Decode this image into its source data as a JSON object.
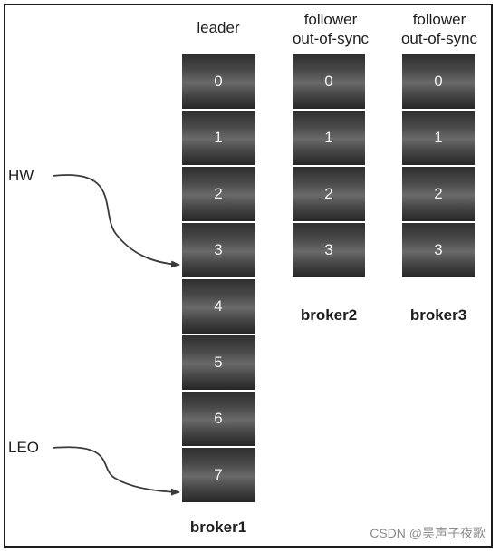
{
  "columns": [
    {
      "header_lines": [
        "leader"
      ],
      "cells": [
        "0",
        "1",
        "2",
        "3",
        "4",
        "5",
        "6",
        "7"
      ],
      "broker": "broker1"
    },
    {
      "header_lines": [
        "follower",
        "out-of-sync"
      ],
      "cells": [
        "0",
        "1",
        "2",
        "3"
      ],
      "broker": "broker2"
    },
    {
      "header_lines": [
        "follower",
        "out-of-sync"
      ],
      "cells": [
        "0",
        "1",
        "2",
        "3"
      ],
      "broker": "broker3"
    }
  ],
  "markers": {
    "hw": "HW",
    "leo": "LEO"
  },
  "watermark": "CSDN @吴声子夜歌"
}
